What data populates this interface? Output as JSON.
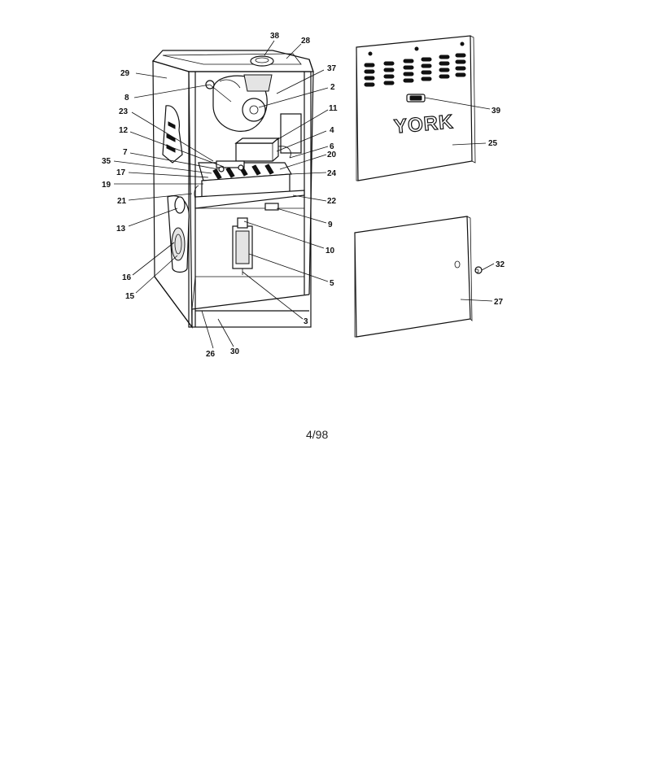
{
  "brand_text": "YORK",
  "date_code": "4/98",
  "callouts": [
    {
      "id": "c38",
      "label": "38"
    },
    {
      "id": "c28",
      "label": "28"
    },
    {
      "id": "c29",
      "label": "29"
    },
    {
      "id": "c37",
      "label": "37"
    },
    {
      "id": "c2",
      "label": "2"
    },
    {
      "id": "c8",
      "label": "8"
    },
    {
      "id": "c23",
      "label": "23"
    },
    {
      "id": "c11",
      "label": "11"
    },
    {
      "id": "c12",
      "label": "12"
    },
    {
      "id": "c4",
      "label": "4"
    },
    {
      "id": "c6",
      "label": "6"
    },
    {
      "id": "c7",
      "label": "7"
    },
    {
      "id": "c20",
      "label": "20"
    },
    {
      "id": "c35",
      "label": "35"
    },
    {
      "id": "c17",
      "label": "17"
    },
    {
      "id": "c24",
      "label": "24"
    },
    {
      "id": "c19",
      "label": "19"
    },
    {
      "id": "c21",
      "label": "21"
    },
    {
      "id": "c22",
      "label": "22"
    },
    {
      "id": "c13",
      "label": "13"
    },
    {
      "id": "c9",
      "label": "9"
    },
    {
      "id": "c10",
      "label": "10"
    },
    {
      "id": "c16",
      "label": "16"
    },
    {
      "id": "c5",
      "label": "5"
    },
    {
      "id": "c15",
      "label": "15"
    },
    {
      "id": "c3",
      "label": "3"
    },
    {
      "id": "c26",
      "label": "26"
    },
    {
      "id": "c30",
      "label": "30"
    },
    {
      "id": "c39",
      "label": "39"
    },
    {
      "id": "c25",
      "label": "25"
    },
    {
      "id": "c32",
      "label": "32"
    },
    {
      "id": "c27",
      "label": "27"
    }
  ]
}
